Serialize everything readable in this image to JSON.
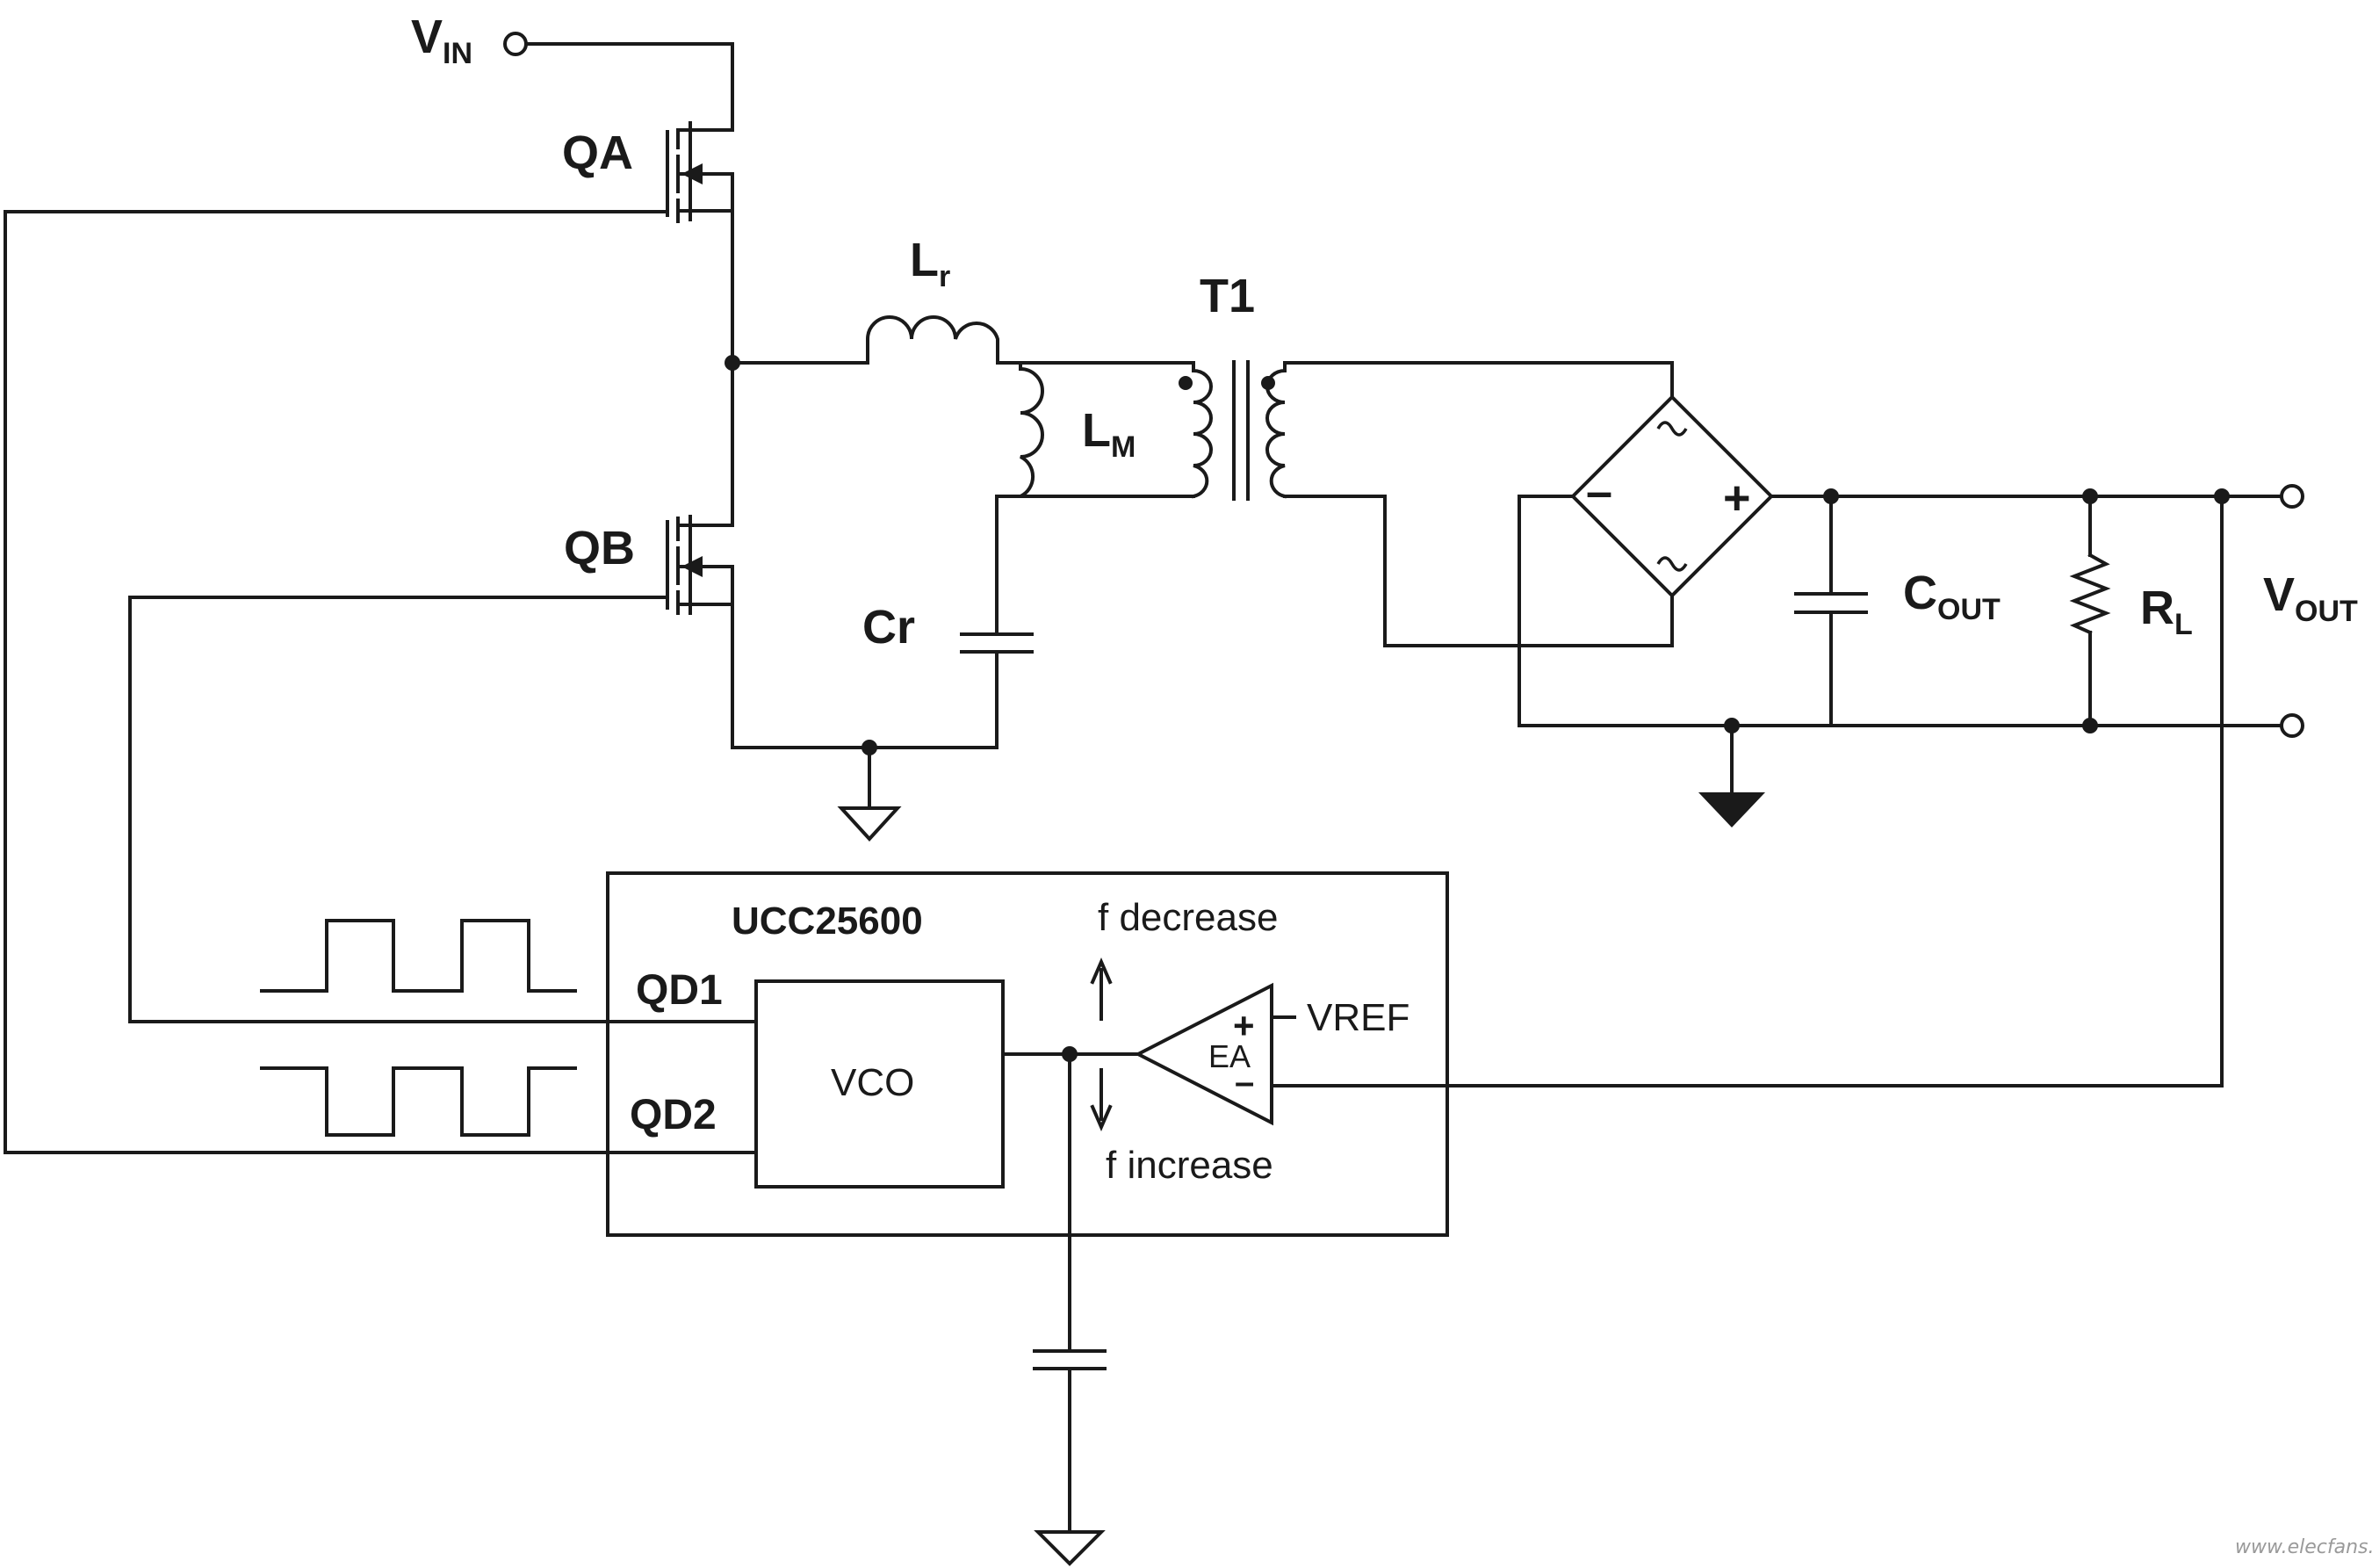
{
  "labels": {
    "vin_main": "V",
    "vin_sub": "IN",
    "qa": "QA",
    "qb": "QB",
    "lr_main": "L",
    "lr_sub": "r",
    "lm_main": "L",
    "lm_sub": "M",
    "t1": "T1",
    "cr": "Cr",
    "cout_main": "C",
    "cout_sub": "OUT",
    "rl_main": "R",
    "rl_sub": "L",
    "vout_main": "V",
    "vout_sub": "OUT",
    "bridge_minus": "–",
    "bridge_plus": "+"
  },
  "controller": {
    "name": "UCC25600",
    "qd1": "QD1",
    "qd2": "QD2",
    "vco": "VCO",
    "ea": "EA",
    "ea_plus": "+",
    "ea_minus": "–",
    "vref": "VREF",
    "f_decrease": "f decrease",
    "f_increase": "f increase"
  },
  "watermark": "www.elecfans.com"
}
